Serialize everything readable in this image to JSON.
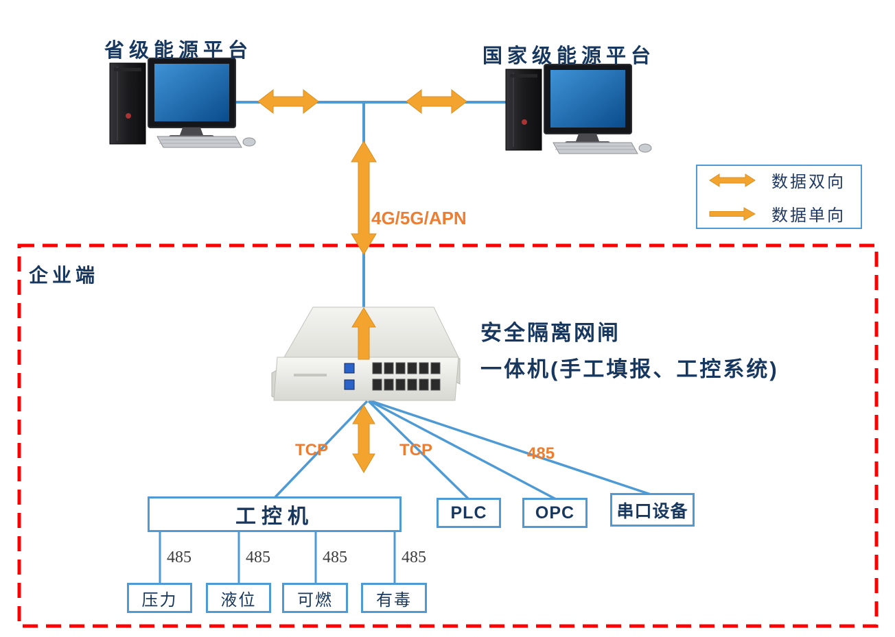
{
  "colors": {
    "line_blue": "#4e9ad5",
    "arrow_orange": "#f2a42f",
    "title_navy": "#17375e",
    "protocol_orange": "#ed7d31",
    "enterprise_border_red": "#ff0000"
  },
  "platforms": {
    "provincial": {
      "label": "省级能源平台"
    },
    "national": {
      "label": "国家级能源平台"
    }
  },
  "legend": {
    "bidirectional": "数据双向",
    "unidirectional": "数据单向"
  },
  "enterprise": {
    "label": "企业端"
  },
  "gateway": {
    "title": "安全隔离网闸",
    "subtitle": "一体机(手工填报、工控系统)"
  },
  "links": {
    "wan": "4G/5G/APN",
    "tcp_left": "TCP",
    "tcp_right": "TCP",
    "serial": "485"
  },
  "nodes": {
    "ipc": "工控机",
    "plc": "PLC",
    "opc": "OPC",
    "serial_device": "串口设备"
  },
  "sensors": [
    {
      "label": "压力",
      "bus": "485"
    },
    {
      "label": "液位",
      "bus": "485"
    },
    {
      "label": "可燃",
      "bus": "485"
    },
    {
      "label": "有毒",
      "bus": "485"
    }
  ]
}
